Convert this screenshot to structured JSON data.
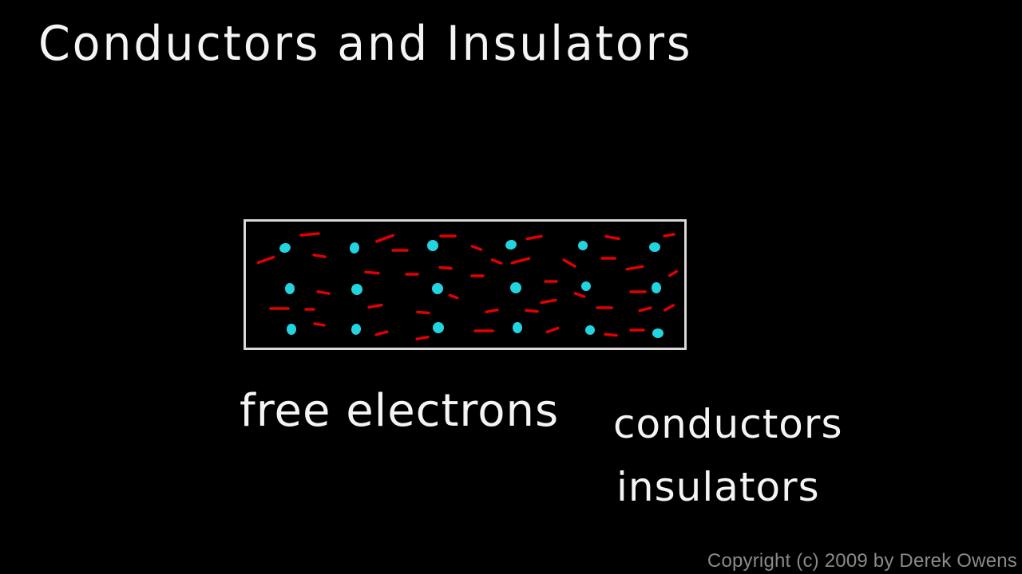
{
  "title": "Conductors and Insulators",
  "labels": {
    "free_electrons": "free electrons",
    "conductors": "conductors",
    "insulators": "insulators"
  },
  "copyright": "Copyright (c) 2009 by Derek Owens",
  "colors": {
    "background": "#000000",
    "chalk": "#f4f4f4",
    "box_border": "#d9d9d9",
    "atom": "#22d3e0",
    "electron": "#e00000",
    "copyright": "#8a8a8a"
  },
  "diagram": {
    "atom_rows": 3,
    "atom_columns": 6
  }
}
